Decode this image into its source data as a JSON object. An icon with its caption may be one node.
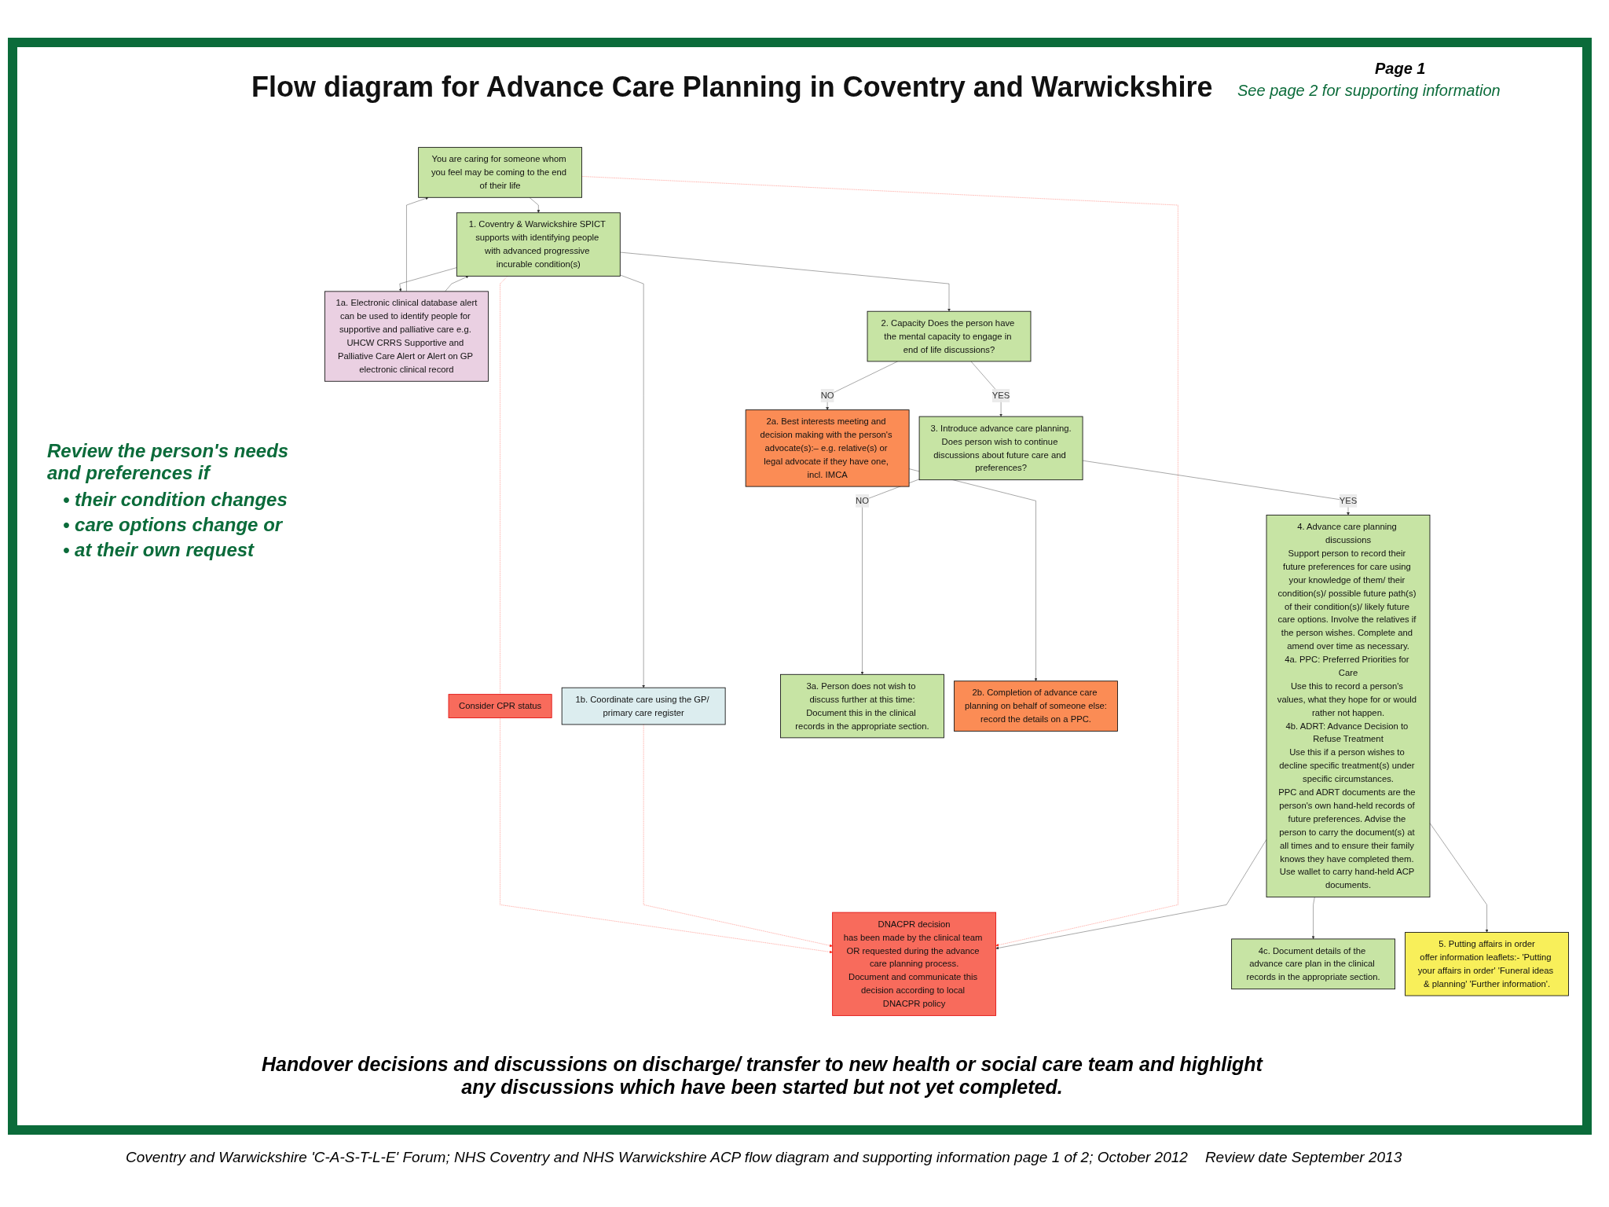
{
  "diagram": {
    "title": "Flow diagram for Advance Care Planning in Coventry and Warwickshire",
    "nodes": [
      {
        "text": [
          "You are caring for someone whom you feel may be coming to the end of their life"
        ]
      },
      {
        "text": [
          "1a. Electronic clinical database alert",
          "can be used to identify people for supportive and palliative care e.g. UHCW CRRS Supportive and Palliative Care Alert or Alert on GP electronic clinical record"
        ]
      },
      {
        "text": [
          "1. Coventry & Warwickshire SPICT supports with identifying people with advanced progressive incurable condition(s)"
        ]
      },
      {
        "text": [
          "1b. Coordinate care using the GP/ primary care register"
        ]
      },
      {
        "text": [
          "2a. Best interests meeting and decision making with the person's advocate(s):– e.g. relative(s) or legal advocate if they have one, incl. IMCA"
        ]
      },
      {
        "text": [
          "2. Capacity Does the person have the mental capacity to engage in end of life discussions?"
        ]
      },
      {
        "text": [
          "Consider CPR status"
        ]
      },
      {
        "text": [
          "3a. Person does not wish to discuss further at this time:",
          "Document this in the clinical records in the appropriate section."
        ]
      },
      {
        "text": [
          "3. Introduce advance care planning.",
          "Does person wish to continue discussions about future care and preferences?"
        ]
      },
      {
        "text": [
          "DNACPR decision",
          "has been made by the clinical team OR requested during the advance care planning process.",
          "Document and communicate this decision according to local DNACPR policy"
        ]
      },
      {
        "text": [
          "2b. Completion of advance care planning on behalf of someone else:",
          "record the details on a PPC."
        ]
      },
      {
        "text": [
          "4. Advance care planning discussions",
          "Support person to record their future preferences for care using your knowledge of them/ their condition(s)/ possible future path(s) of their condition(s)/ likely future care options. Involve the relatives if the person wishes. Complete and amend over time as necessary.",
          "4a. PPC: Preferred Priorities for Care",
          "Use this to record a person's values, what they hope for or would rather not happen.",
          "4b. ADRT: Advance Decision to Refuse Treatment",
          "Use this if a person wishes to decline specific treatment(s) under specific circumstances.",
          "PPC and ADRT documents are the person's own hand-held records of future preferences. Advise the person to carry the document(s) at all times and to ensure their family knows they have completed them. Use wallet to carry hand-held ACP documents."
        ]
      },
      {
        "text": [
          "5. Putting affairs in order",
          "offer information leaflets:- 'Putting your affairs in order' 'Funeral ideas & planning' 'Further information'."
        ]
      },
      {
        "text": [
          "4c. Document details of the advance care plan in the clinical records in the appropriate section."
        ]
      }
    ],
    "edges": [
      {
        "from": 1,
        "to": 0,
        "arrow": "to"
      },
      {
        "from": 0,
        "to": 2,
        "arrow": "to"
      },
      {
        "from": 2,
        "to": 1,
        "arrow": "to"
      },
      {
        "from": 1,
        "to": 2,
        "arrow": "to"
      },
      {
        "from": 2,
        "to": 3,
        "arrow": "to"
      },
      {
        "from": 2,
        "to": 6,
        "arrow": "none",
        "style": "dashed",
        "color": "#ff2a1a"
      },
      {
        "from": 6,
        "to": 9,
        "arrow": "to",
        "style": "dashed",
        "color": "#ff2a1a"
      },
      {
        "from": 3,
        "to": 9,
        "arrow": "to",
        "style": "dashed",
        "color": "#ff2a1a"
      },
      {
        "from": 0,
        "to": 9,
        "arrow": "to",
        "style": "dashed",
        "color": "#ff2a1a"
      },
      {
        "from": 2,
        "to": 5,
        "arrow": "to"
      },
      {
        "from": 5,
        "to": 4,
        "arrow": "to",
        "label": "NO"
      },
      {
        "from": 4,
        "to": 10,
        "arrow": "to"
      },
      {
        "from": 5,
        "to": 8,
        "arrow": "to",
        "label": "YES"
      },
      {
        "from": 8,
        "to": 7,
        "arrow": "to",
        "label": "NO"
      },
      {
        "from": 8,
        "to": 11,
        "arrow": "to",
        "label": "YES"
      },
      {
        "from": 11,
        "to": 9,
        "arrow": "to"
      },
      {
        "from": 11,
        "to": 13,
        "arrow": "to"
      },
      {
        "from": 11,
        "to": 12,
        "arrow": "to"
      }
    ],
    "labels": [
      "Page 1",
      "See page 2 for supporting information",
      "Review the person's needs and preferences if",
      "• their condition changes",
      "• care options change or",
      "• at their own request",
      "Handover decisions and discussions on discharge/ transfer to new health or social care team and highlight any discussions which have been started but not yet completed.",
      "Coventry and Warwickshire 'C-A-S-T-L-E' Forum; NHS Coventry and NHS Warwickshire ACP flow diagram and supporting information page 1 of 2; October 2012",
      "Review date September 2013"
    ]
  }
}
